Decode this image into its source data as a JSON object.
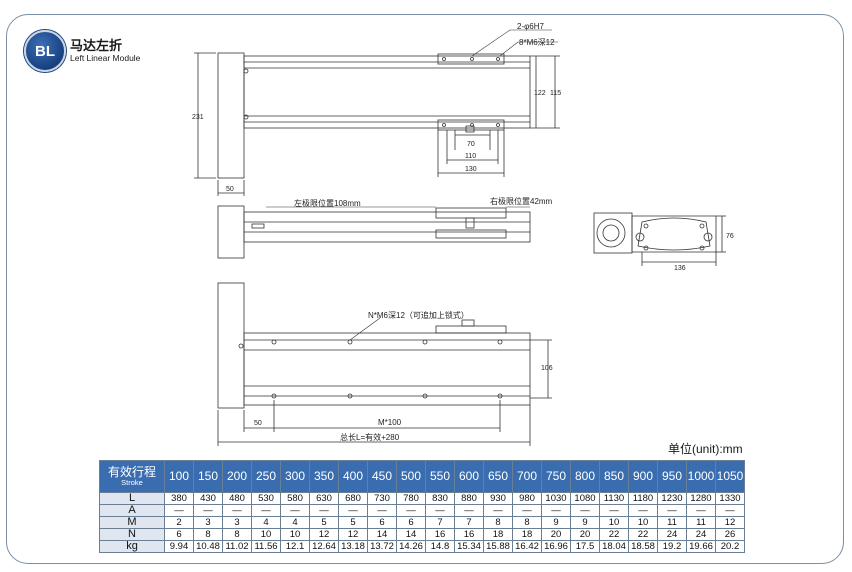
{
  "header": {
    "logo_text": "BL",
    "title_cn": "马达左折",
    "title_en": "Left Linear Module"
  },
  "drawing": {
    "top_view": {
      "dim_231": "231",
      "dim_50": "50",
      "dim_122": "122",
      "dim_115": "115",
      "dim_70": "70",
      "dim_110": "110",
      "dim_130": "130",
      "label_pins": "2-φ6H7",
      "label_holes": "8*M6深12"
    },
    "side_view": {
      "label_left_limit": "左极限位置108mm",
      "label_right_limit": "右极限位置42mm"
    },
    "end_view": {
      "dim_76": "76",
      "dim_136": "136"
    },
    "bottom_view": {
      "label_holes": "N*M6深12（可追加上锁式）",
      "dim_106": "106",
      "dim_50": "50",
      "dim_m100": "M*100",
      "dim_total": "总长L=有效+280"
    }
  },
  "unit_label": "单位(unit):mm",
  "spec_table": {
    "header_label": "有效行程",
    "header_sub": "Stroke",
    "strokes": [
      "100",
      "150",
      "200",
      "250",
      "300",
      "350",
      "400",
      "450",
      "500",
      "550",
      "600",
      "650",
      "700",
      "750",
      "800",
      "850",
      "900",
      "950",
      "1000",
      "1050"
    ],
    "rows": [
      {
        "label": "L",
        "values": [
          "380",
          "430",
          "480",
          "530",
          "580",
          "630",
          "680",
          "730",
          "780",
          "830",
          "880",
          "930",
          "980",
          "1030",
          "1080",
          "1130",
          "1180",
          "1230",
          "1280",
          "1330"
        ]
      },
      {
        "label": "A",
        "values": [
          "—",
          "—",
          "—",
          "—",
          "—",
          "—",
          "—",
          "—",
          "—",
          "—",
          "—",
          "—",
          "—",
          "—",
          "—",
          "—",
          "—",
          "—",
          "—",
          "—"
        ]
      },
      {
        "label": "M",
        "values": [
          "2",
          "3",
          "3",
          "4",
          "4",
          "5",
          "5",
          "6",
          "6",
          "7",
          "7",
          "8",
          "8",
          "9",
          "9",
          "10",
          "10",
          "11",
          "11",
          "12"
        ]
      },
      {
        "label": "N",
        "values": [
          "6",
          "8",
          "8",
          "10",
          "10",
          "12",
          "12",
          "14",
          "14",
          "16",
          "16",
          "18",
          "18",
          "20",
          "20",
          "22",
          "22",
          "24",
          "24",
          "26"
        ]
      },
      {
        "label": "kg",
        "values": [
          "9.94",
          "10.48",
          "11.02",
          "11.56",
          "12.1",
          "12.64",
          "13.18",
          "13.72",
          "14.26",
          "14.8",
          "15.34",
          "15.88",
          "16.42",
          "16.96",
          "17.5",
          "18.04",
          "18.58",
          "19.2",
          "19.66",
          "20.2"
        ]
      }
    ]
  }
}
